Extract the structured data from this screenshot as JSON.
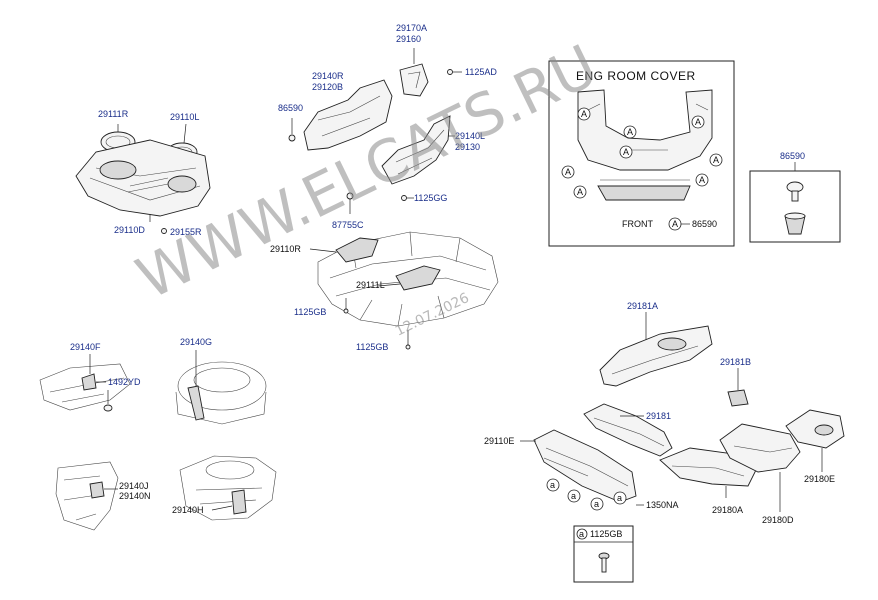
{
  "labels": {
    "p29111R": "29111R",
    "p29110L": "29110L",
    "p29110D": "29110D",
    "p29155R": "29155R",
    "p86590a": "86590",
    "p29140R": "29140R",
    "p29120B": "29120B",
    "p29170A": "29170A",
    "p29160": "29160",
    "p1125AD": "1125AD",
    "p29140L": "29140L",
    "p29130": "29130",
    "p1125GG": "1125GG",
    "p87755C": "87755C",
    "p29110R": "29110R",
    "p29111L": "29111L",
    "p1125GBa": "1125GB",
    "p1125GBb": "1125GB",
    "p29140F": "29140F",
    "p1492YD": "1492YD",
    "p29140G": "29140G",
    "p29140J": "29140J",
    "p29140N": "29140N",
    "p29140H": "29140H",
    "p86590b": "86590",
    "p29181A": "29181A",
    "p29181B": "29181B",
    "p29181": "29181",
    "p29110E": "29110E",
    "p29180E": "29180E",
    "p29180A": "29180A",
    "p29180D": "29180D",
    "p1350NA": "1350NA",
    "p1125GBbox": "1125GB"
  },
  "eng_room_cover": {
    "title": "ENG ROOM COVER",
    "front_label": "FRONT",
    "callout": "A",
    "front_part": "86590"
  },
  "callouts": {
    "A": "A",
    "a": "a"
  },
  "watermark": {
    "text": "WWW.ELCATS.RU",
    "date": "12.07.2026"
  }
}
